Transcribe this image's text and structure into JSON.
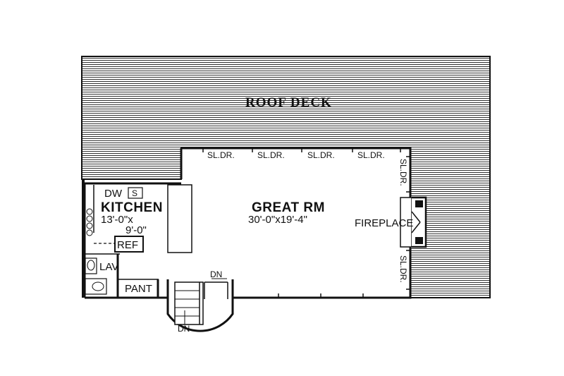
{
  "plan": {
    "labels": {
      "roof_deck": "ROOF DECK",
      "great_rm": "GREAT RM",
      "great_rm_dim": "30'-0\"x19'-4\"",
      "kitchen": "KITCHEN",
      "kitchen_dim_1": "13'-0\"x",
      "kitchen_dim_2": "9'-0\"",
      "dw": "DW",
      "sink": "S",
      "ref": "REF",
      "lav": "LAV",
      "pant": "PANT",
      "fireplace": "FIREPLACE",
      "sl_dr_1": "SL.DR.",
      "sl_dr_2": "SL.DR.",
      "sl_dr_3": "SL.DR.",
      "sl_dr_4": "SL.DR.",
      "sl_dr_right_top": "SL.DR.",
      "sl_dr_right_bottom": "SL.DR.",
      "dn_upper": "DN",
      "dn_lower": "DN"
    }
  }
}
